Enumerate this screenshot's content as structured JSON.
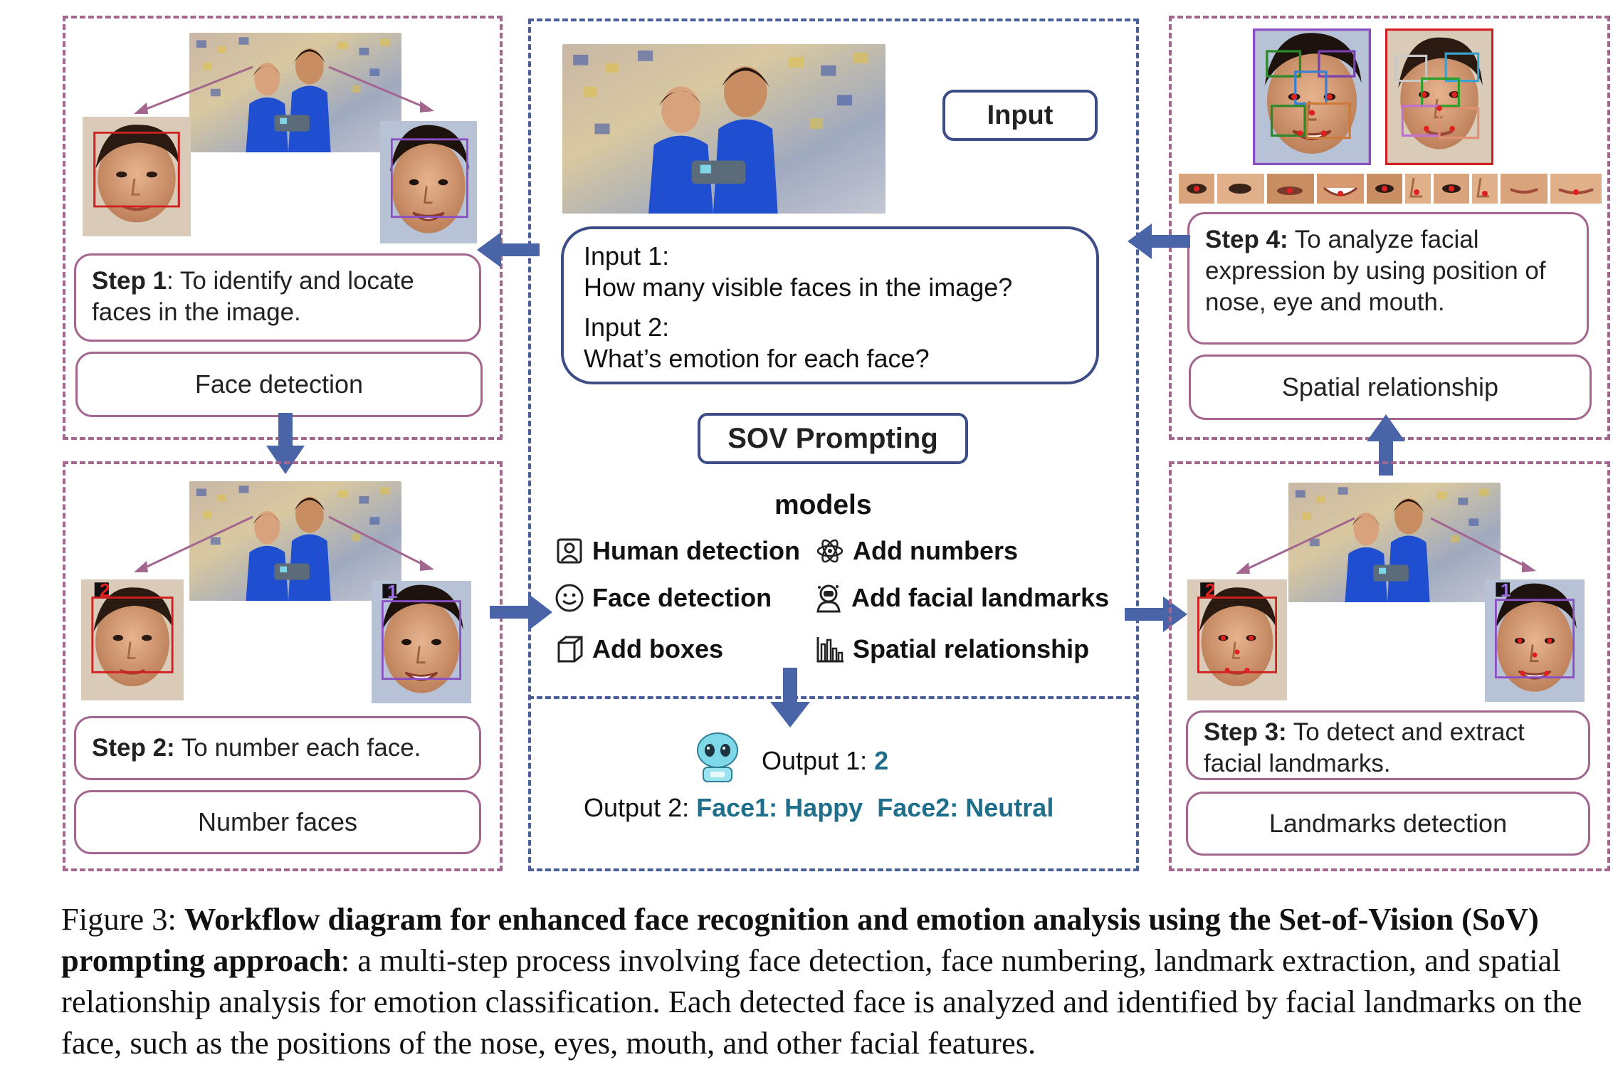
{
  "center": {
    "input_title": "Input",
    "input1_label": "Input 1:",
    "input1_text": "How many visible faces in the image?",
    "input2_label": "Input 2:",
    "input2_text": "What’s emotion for each face?",
    "sov_label": "SOV Prompting",
    "models_title": "models",
    "models": [
      {
        "icon": "person-card-icon",
        "label": "Human detection"
      },
      {
        "icon": "atom-icon",
        "label": "Add numbers"
      },
      {
        "icon": "smiley-icon",
        "label": "Face detection"
      },
      {
        "icon": "astronaut-icon",
        "label": "Add facial landmarks"
      },
      {
        "icon": "cube-icon",
        "label": "Add boxes"
      },
      {
        "icon": "bar-chart-icon",
        "label": "Spatial relationship"
      }
    ],
    "output1_label": "Output  1: ",
    "output1_value": "2",
    "output2_label": "Output 2: ",
    "output2_face1": "Face1: Happy",
    "output2_face2": "Face2: Neutral",
    "output_icon": "alien-robot-icon"
  },
  "step1": {
    "title": "Step 1",
    "text": ": To identify and locate faces in the image.",
    "method": "Face detection"
  },
  "step2": {
    "title": "Step 2:",
    "text": " To number each face.",
    "method": "Number faces",
    "num_left": "2",
    "num_right": "1"
  },
  "step3": {
    "title": "Step 3:",
    "text": " To detect and extract facial landmarks.",
    "method": "Landmarks detection",
    "num_left": "2",
    "num_right": "1"
  },
  "step4": {
    "title": "Step 4:",
    "text": " To analyze facial expression by using position of nose, eye and mouth.",
    "method": "Spatial relationship"
  },
  "caption": {
    "prefix": "Figure 3: ",
    "bold": "Workflow diagram for enhanced face recognition and emotion analysis using the Set-of-Vision (SoV) prompting approach",
    "rest": ": a multi-step process involving face detection, face numbering, landmark extraction, and spatial relationship analysis for emotion classification. Each detected face is analyzed and identified by facial landmarks on the face, such as the positions of the nose, eyes, mouth, and other facial features."
  },
  "colors": {
    "pink_border": "#a3668f",
    "blue_border": "#4a5f98",
    "arrow": "#4a64a8",
    "output_value": "#1f6e8c",
    "box_red": "#d02020",
    "box_purple": "#8a4fc4"
  }
}
